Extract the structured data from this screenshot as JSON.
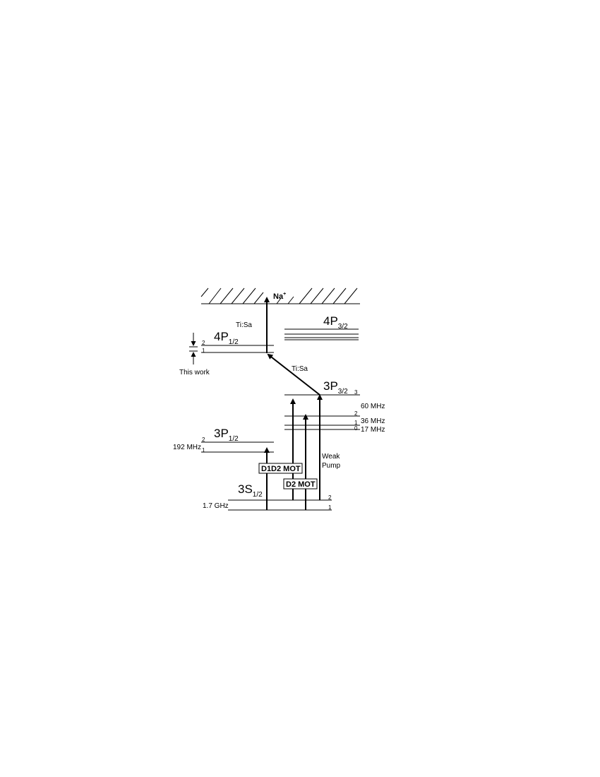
{
  "ion": {
    "label": "Na",
    "sup": "+"
  },
  "levels": {
    "p4_half": {
      "main": "4P",
      "sub": "1/2",
      "f_upper": "2",
      "f_lower": "1"
    },
    "p4_3half": {
      "main": "4P",
      "sub": "3/2"
    },
    "p3_3half": {
      "main": "3P",
      "sub": "3/2",
      "f3": "3",
      "f2": "2",
      "f1": "1",
      "f0": "0",
      "split_60": "60 MHz",
      "split_36": "36 MHz",
      "split_17": "17 MHz"
    },
    "p3_half": {
      "main": "3P",
      "sub": "1/2",
      "f_upper": "2",
      "f_lower": "1",
      "split": "192 MHz"
    },
    "s3_half": {
      "main": "3S",
      "sub": "1/2",
      "f_upper": "2",
      "f_lower": "1",
      "split": "1.7 GHz"
    }
  },
  "transitions": {
    "tisa_upper": "Ti:Sa",
    "tisa_lower": "Ti:Sa",
    "this_work": "This work",
    "d1d2_mot": "D1D2 MOT",
    "d2_mot": "D2 MOT",
    "weak_pump_line1": "Weak",
    "weak_pump_line2": "Pump"
  },
  "colors": {
    "ink": "#000000",
    "background": "#ffffff"
  }
}
